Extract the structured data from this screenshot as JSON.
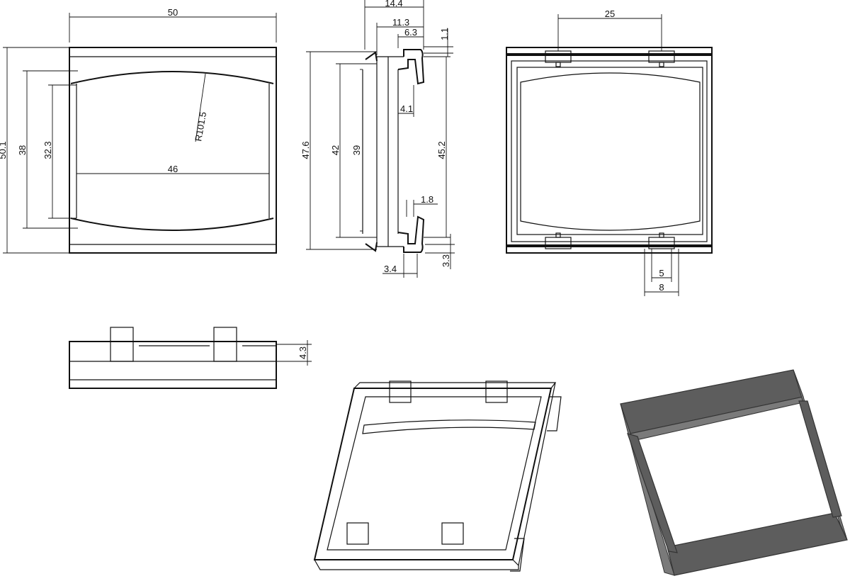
{
  "front_view": {
    "width": "50",
    "height": "50.1",
    "inner_height": "38",
    "window_height": "32.3",
    "radius": "R101.5",
    "window_width": "46"
  },
  "side_view": {
    "depth": "14.4",
    "depth_mid": "11.3",
    "clip_offset": "6.3",
    "lip": "1.1",
    "height": "47.6",
    "height_mid": "42",
    "height_inner": "39",
    "clip_gap": "4.1",
    "clip_height": "45.2",
    "clip_width": "1.8",
    "base_width": "3.4",
    "base_height": "3.3"
  },
  "back_view": {
    "tab_spacing": "25",
    "tab_inner": "5",
    "tab_outer": "8"
  },
  "top_view": {
    "tab_height": "4.3"
  }
}
